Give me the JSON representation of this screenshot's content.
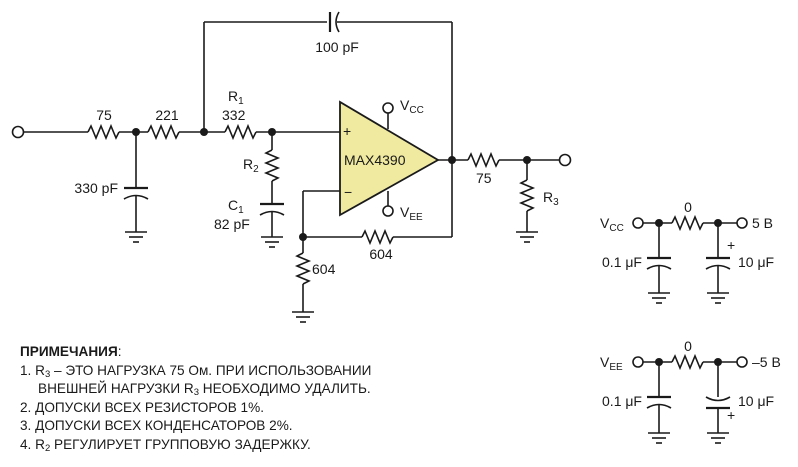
{
  "circuit": {
    "opamp": {
      "name": "MAX4390",
      "plus": "+",
      "minus": "−"
    },
    "supply_pos": {
      "base": "V",
      "sub": "CC"
    },
    "supply_neg": {
      "base": "V",
      "sub": "EE"
    },
    "components": {
      "r_in": "75",
      "c_in": "330 pF",
      "r_221": "221",
      "r1": {
        "base": "R",
        "sub": "1",
        "value": "332"
      },
      "r2": {
        "base": "R",
        "sub": "2"
      },
      "c1": {
        "base": "C",
        "sub": "1",
        "value": "82 pF"
      },
      "c_fb": "100 pF",
      "r_fb": "604",
      "r_gnd": "604",
      "r_out": "75",
      "r3": {
        "base": "R",
        "sub": "3"
      }
    }
  },
  "supply_pos_block": {
    "label_base": "V",
    "label_sub": "CC",
    "resistor": "0",
    "output": "5 В",
    "cap_left": "0.1 μF",
    "cap_right": "10 μF",
    "polarity": "+"
  },
  "supply_neg_block": {
    "label_base": "V",
    "label_sub": "EE",
    "resistor": "0",
    "output": "–5 В",
    "cap_left": "0.1 μF",
    "cap_right": "10 μF",
    "polarity": "+"
  },
  "notes": {
    "title": "ПРИМЕЧАНИЯ",
    "title_suffix": ":",
    "n1_a": "1. R",
    "n1_sub": "3",
    "n1_b": " – ЭТО НАГРУЗКА 75 Ом. ПРИ ИСПОЛЬЗОВАНИИ",
    "n1_c": "ВНЕШНЕЙ НАГРУЗКИ R",
    "n1_sub2": "3",
    "n1_d": " НЕОБХОДИМО УДАЛИТЬ.",
    "n2": "2. ДОПУСКИ ВСЕХ РЕЗИСТОРОВ 1%.",
    "n3": "3. ДОПУСКИ ВСЕХ КОНДЕНСАТОРОВ 2%.",
    "n4_a": "4. R",
    "n4_sub": "2",
    "n4_b": " РЕГУЛИРУЕТ ГРУППОВУЮ ЗАДЕРЖКУ."
  }
}
